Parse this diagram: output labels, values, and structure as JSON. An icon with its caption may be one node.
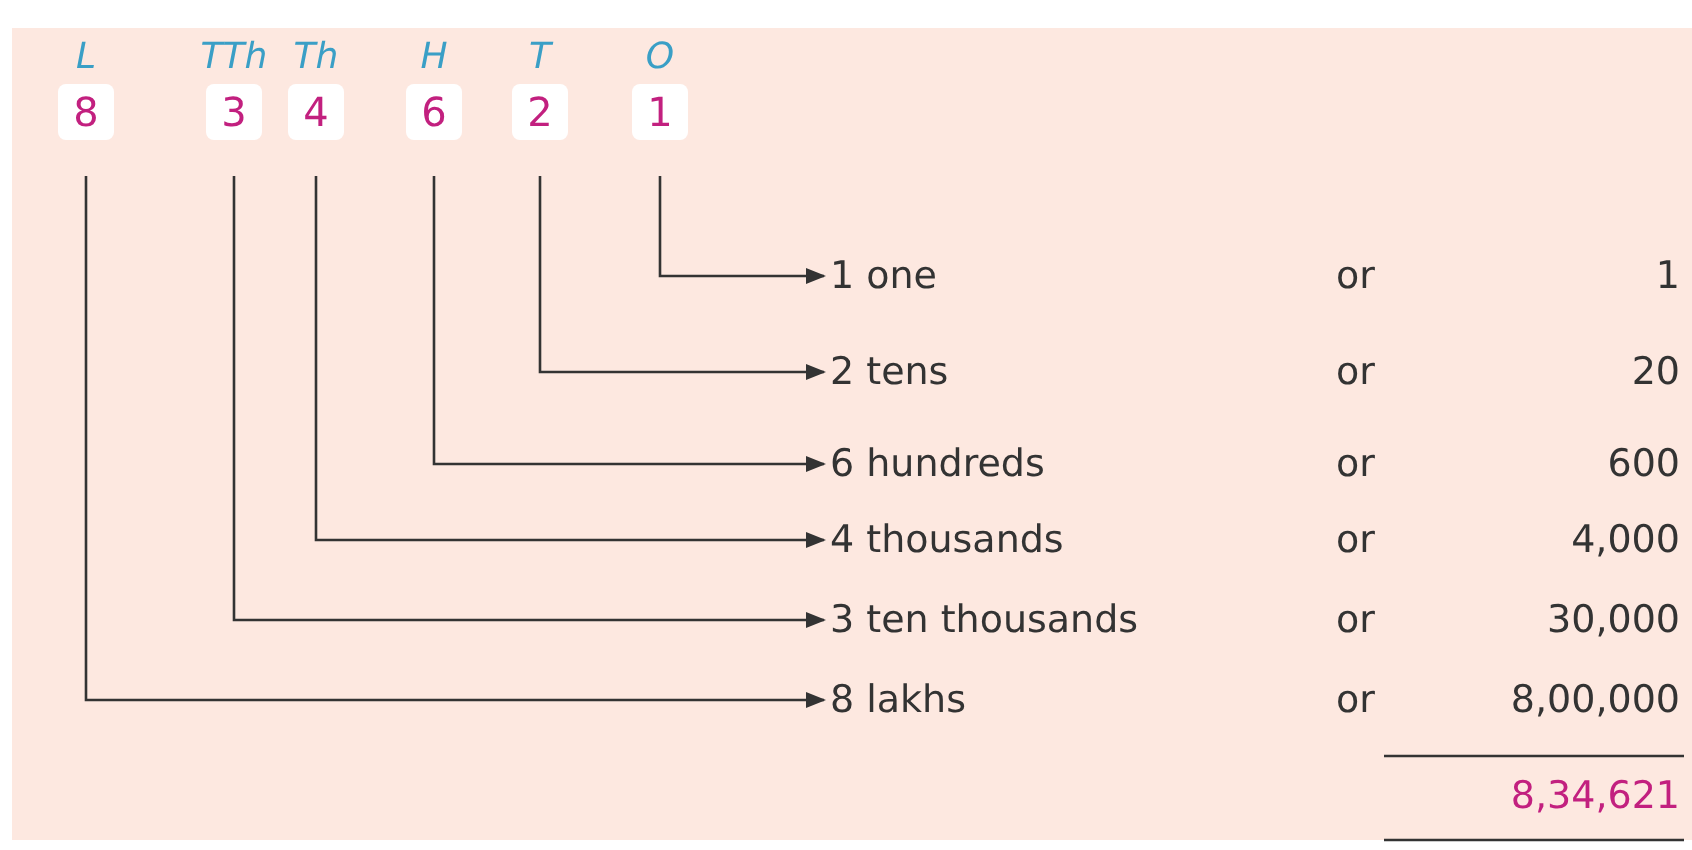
{
  "diagram": {
    "nodes": [
      {
        "text": [
          "8"
        ],
        "beside": [
          "L"
        ]
      },
      {
        "text": [
          "3"
        ],
        "beside": [
          "TTh"
        ]
      },
      {
        "text": [
          "4"
        ],
        "beside": [
          "Th"
        ]
      },
      {
        "text": [
          "6"
        ],
        "beside": [
          "H"
        ]
      },
      {
        "text": [
          "2"
        ],
        "beside": [
          "T"
        ]
      },
      {
        "text": [
          "1"
        ],
        "beside": [
          "O"
        ]
      },
      {
        "text": [
          "1 one"
        ]
      },
      {
        "text": [
          "2 tens"
        ]
      },
      {
        "text": [
          "6 hundreds"
        ]
      },
      {
        "text": [
          "4 thousands"
        ]
      },
      {
        "text": [
          "3 ten thousands"
        ]
      },
      {
        "text": [
          "8 lakhs"
        ]
      }
    ],
    "edges": [
      {
        "from": 5,
        "to": 6,
        "arrow": "to"
      },
      {
        "from": 4,
        "to": 7,
        "arrow": "to"
      },
      {
        "from": 3,
        "to": 8,
        "arrow": "to"
      },
      {
        "from": 2,
        "to": 9,
        "arrow": "to"
      },
      {
        "from": 1,
        "to": 10,
        "arrow": "to"
      },
      {
        "from": 0,
        "to": 11,
        "arrow": "to"
      }
    ],
    "labels": [
      "or",
      "1",
      "or",
      "20",
      "or",
      "600",
      "or",
      "4,000",
      "or",
      "30,000",
      "or",
      "8,00,000",
      "8,34,621"
    ]
  }
}
